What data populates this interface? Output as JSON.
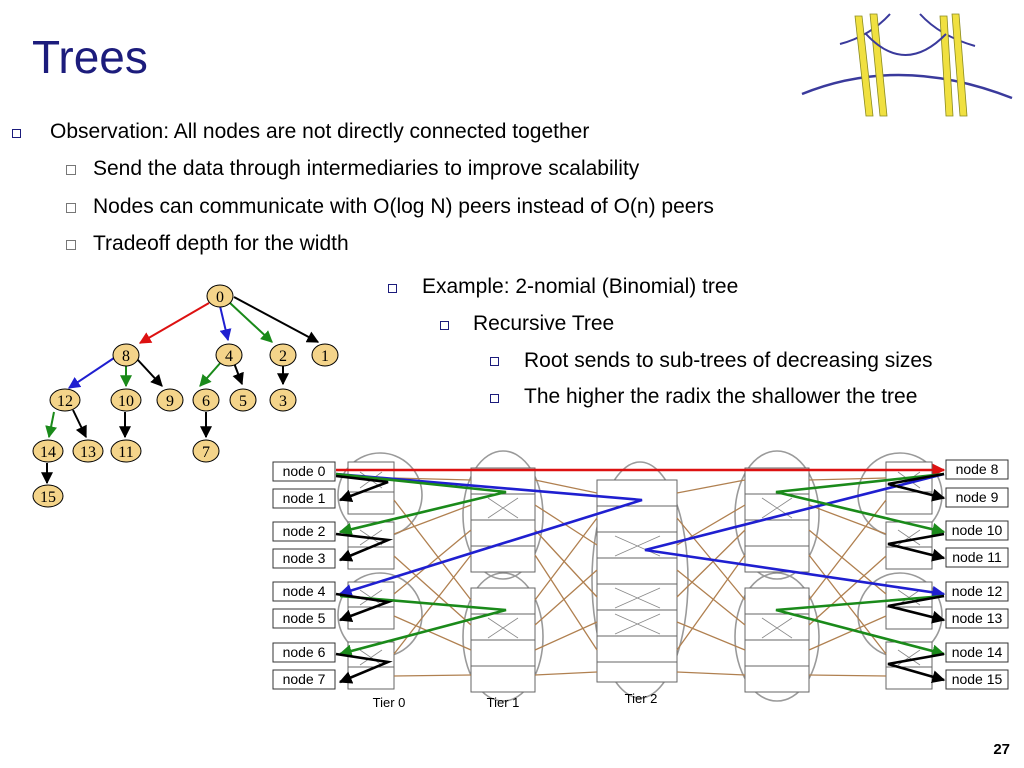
{
  "slide": {
    "title": "Trees",
    "page_number": "27",
    "bullets": [
      {
        "level": 1,
        "text": "Observation: All nodes are not directly connected together"
      },
      {
        "level": 2,
        "text": "Send the data through intermediaries to improve scalability"
      },
      {
        "level": 2,
        "text": "Nodes can communicate with O(log N) peers instead of O(n) peers"
      },
      {
        "level": 2,
        "text": "Tradeoff depth for the width"
      }
    ],
    "bullets_right": [
      {
        "level": 1,
        "text": "Example: 2-nomial (Binomial) tree"
      },
      {
        "level": 2,
        "text": "Recursive Tree"
      },
      {
        "level": 3,
        "text": "Root sends to sub-trees of decreasing sizes"
      },
      {
        "level": 3,
        "text": "The higher the radix the shallower the tree"
      }
    ]
  },
  "colors": {
    "title": "#1c1c7c",
    "node_fill": "#f4d48a",
    "red": "#dd1111",
    "blue": "#1f1fd0",
    "green": "#1a8a1a",
    "brown": "#b08050"
  },
  "tree": {
    "nodes": [
      "0",
      "8",
      "4",
      "2",
      "1",
      "12",
      "10",
      "9",
      "6",
      "5",
      "3",
      "14",
      "13",
      "11",
      "7",
      "15"
    ]
  },
  "network": {
    "left_nodes": [
      "node 0",
      "node 1",
      "node 2",
      "node 3",
      "node 4",
      "node 5",
      "node 6",
      "node 7"
    ],
    "right_nodes": [
      "node 8",
      "node 9",
      "node 10",
      "node 11",
      "node 12",
      "node 13",
      "node 14",
      "node 15"
    ],
    "tiers": [
      "Tier 0",
      "Tier 1",
      "Tier 2"
    ]
  }
}
